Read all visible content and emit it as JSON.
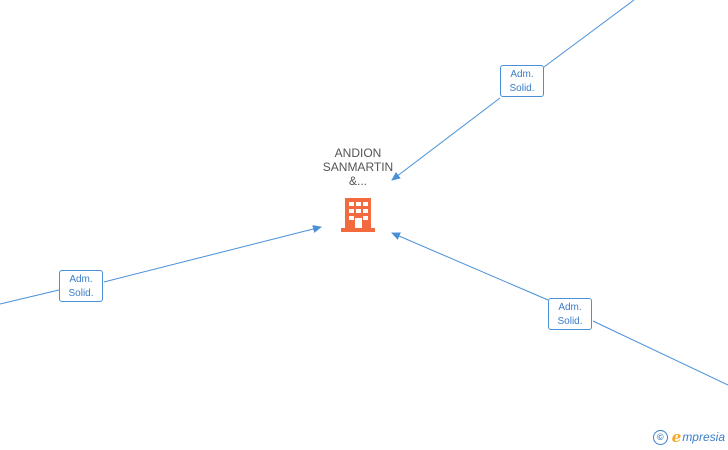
{
  "company": {
    "name_lines": [
      "ANDION",
      "SANMARTIN",
      "&..."
    ],
    "icon": "building-icon",
    "icon_color": "#f26a3d"
  },
  "relations": [
    {
      "id": "top-right",
      "role_lines": [
        "Adm.",
        "Solid."
      ]
    },
    {
      "id": "left",
      "role_lines": [
        "Adm.",
        "Solid."
      ]
    },
    {
      "id": "bottom-right",
      "role_lines": [
        "Adm.",
        "Solid."
      ]
    }
  ],
  "colors": {
    "edge": "#4a90d9",
    "role_text": "#3a7dc9",
    "company_text": "#555555"
  },
  "footer": {
    "copyright_symbol": "©",
    "brand_initial": "e",
    "brand_rest": "mpresia"
  }
}
